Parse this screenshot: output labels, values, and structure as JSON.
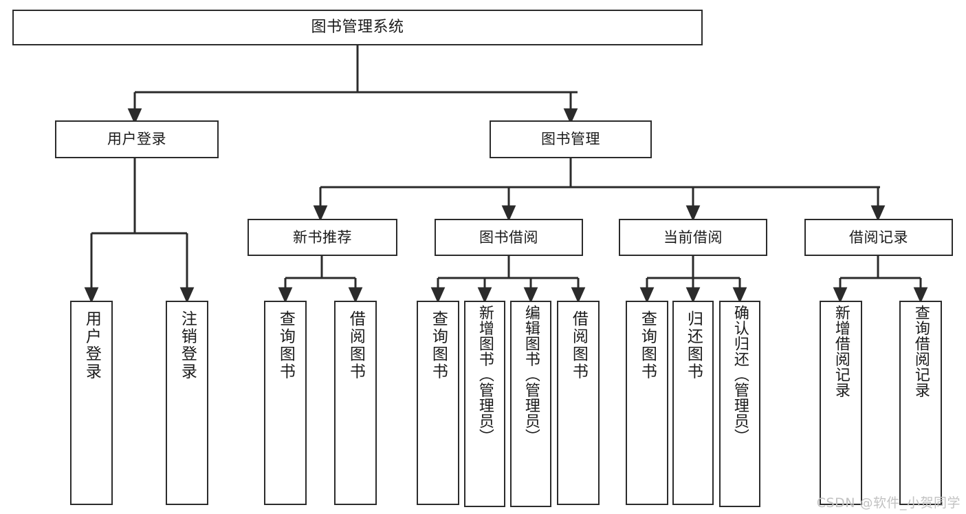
{
  "diagram": {
    "type": "tree-hierarchy-flowchart",
    "title": "图书管理系统",
    "orientation": "top-down",
    "colors": {
      "background": "#ffffff",
      "box_border": "#2b2b2b",
      "box_fill": "#ffffff",
      "connector": "#2b2b2b",
      "text": "#1a1a1a",
      "watermark": "#c2c2c2"
    },
    "nodes": {
      "root": {
        "id": "root",
        "label": "图书管理系统",
        "level": 0,
        "text_orientation": "horizontal"
      },
      "level1": [
        {
          "id": "user-login-module",
          "label": "用户登录",
          "level": 1,
          "text_orientation": "horizontal"
        },
        {
          "id": "book-management-module",
          "label": "图书管理",
          "level": 1,
          "text_orientation": "horizontal"
        }
      ],
      "level2": [
        {
          "id": "new-book-recommend",
          "label": "新书推荐",
          "level": 2,
          "parent": "book-management-module",
          "text_orientation": "horizontal"
        },
        {
          "id": "book-borrow",
          "label": "图书借阅",
          "level": 2,
          "parent": "book-management-module",
          "text_orientation": "horizontal"
        },
        {
          "id": "current-borrow",
          "label": "当前借阅",
          "level": 2,
          "parent": "book-management-module",
          "text_orientation": "horizontal"
        },
        {
          "id": "borrow-record",
          "label": "借阅记录",
          "level": 2,
          "parent": "book-management-module",
          "text_orientation": "horizontal"
        }
      ],
      "leaves": [
        {
          "id": "leaf-user-login",
          "label": "用户登录",
          "parent": "user-login-module",
          "text_orientation": "vertical"
        },
        {
          "id": "leaf-user-logout",
          "label": "注销登录",
          "parent": "user-login-module",
          "text_orientation": "vertical"
        },
        {
          "id": "leaf-query-book-1",
          "label": "查询图书",
          "parent": "new-book-recommend",
          "text_orientation": "vertical"
        },
        {
          "id": "leaf-borrow-book-1",
          "label": "借阅图书",
          "parent": "new-book-recommend",
          "text_orientation": "vertical"
        },
        {
          "id": "leaf-query-book-2",
          "label": "查询图书",
          "parent": "book-borrow",
          "text_orientation": "vertical"
        },
        {
          "id": "leaf-add-book",
          "label": "新增图书（管理员）",
          "parent": "book-borrow",
          "text_orientation": "vertical"
        },
        {
          "id": "leaf-edit-book",
          "label": "编辑图书（管理员）",
          "parent": "book-borrow",
          "text_orientation": "vertical"
        },
        {
          "id": "leaf-borrow-book-2",
          "label": "借阅图书",
          "parent": "book-borrow",
          "text_orientation": "vertical"
        },
        {
          "id": "leaf-query-book-3",
          "label": "查询图书",
          "parent": "current-borrow",
          "text_orientation": "vertical"
        },
        {
          "id": "leaf-return-book",
          "label": "归还图书",
          "parent": "current-borrow",
          "text_orientation": "vertical"
        },
        {
          "id": "leaf-confirm-return",
          "label": "确认归还（管理员）",
          "parent": "current-borrow",
          "text_orientation": "vertical"
        },
        {
          "id": "leaf-add-record",
          "label": "新增借阅记录",
          "parent": "borrow-record",
          "text_orientation": "vertical"
        },
        {
          "id": "leaf-query-record",
          "label": "查询借阅记录",
          "parent": "borrow-record",
          "text_orientation": "vertical"
        }
      ]
    },
    "watermark": "CSDN @软件_小贺同学"
  }
}
